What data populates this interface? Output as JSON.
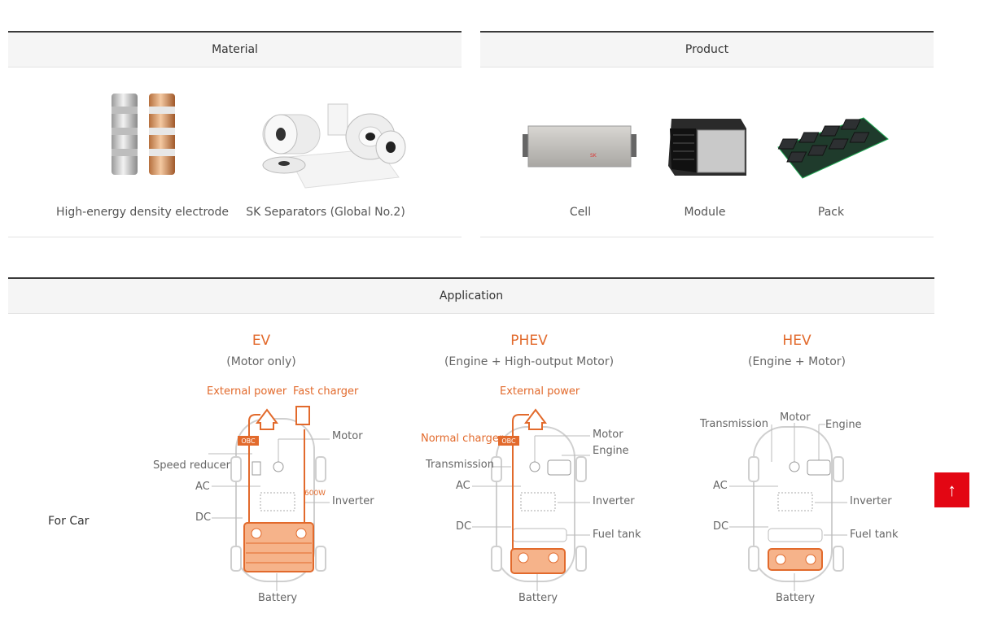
{
  "material": {
    "title": "Material",
    "items": [
      {
        "label": "High-energy density electrode"
      },
      {
        "label": "SK Separators (Global No.2)"
      }
    ]
  },
  "product": {
    "title": "Product",
    "items": [
      {
        "label": "Cell"
      },
      {
        "label": "Module"
      },
      {
        "label": "Pack"
      }
    ],
    "cell_brand": "SK"
  },
  "application": {
    "title": "Application",
    "row_label": "For Car",
    "ev": {
      "title": "EV",
      "subtitle": "(Motor only)",
      "labels": {
        "external_power": "External power",
        "fast_charger": "Fast charger",
        "motor": "Motor",
        "speed_reducer": "Speed reducer",
        "ac": "AC",
        "dc": "DC",
        "inverter": "Inverter",
        "battery": "Battery",
        "obc": "OBC",
        "power_600w": "600W"
      }
    },
    "phev": {
      "title": "PHEV",
      "subtitle": "(Engine + High-output Motor)",
      "labels": {
        "external_power": "External power",
        "normal_charger": "Normal charger",
        "obc": "OBC",
        "motor": "Motor",
        "engine": "Engine",
        "transmission": "Transmission",
        "ac": "AC",
        "dc": "DC",
        "inverter": "Inverter",
        "fuel_tank": "Fuel tank",
        "battery": "Battery"
      }
    },
    "hev": {
      "title": "HEV",
      "subtitle": "(Engine + Motor)",
      "labels": {
        "transmission": "Transmission",
        "motor": "Motor",
        "engine": "Engine",
        "ac": "AC",
        "dc": "DC",
        "inverter": "Inverter",
        "fuel_tank": "Fuel tank",
        "battery": "Battery"
      }
    }
  },
  "scroll_top": {
    "icon": "arrow-up-icon",
    "glyph": "↑"
  },
  "colors": {
    "accent": "#e26a2c",
    "top_button": "#e30613"
  }
}
